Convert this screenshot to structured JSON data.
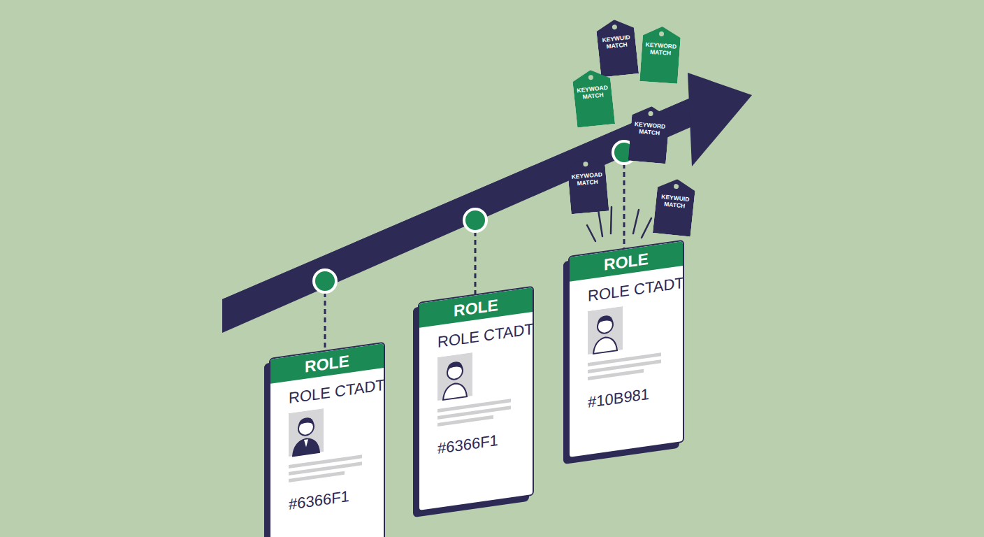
{
  "diagram": {
    "nodes": [
      {
        "text": [
          "ROLE",
          "ROLE CTADT",
          "#6366F1"
        ]
      },
      {
        "text": [
          "ROLE",
          "ROLE CTADT",
          "#6366F1"
        ]
      },
      {
        "text": [
          "ROLE",
          "ROLE CTADT",
          "#10B981"
        ]
      },
      {
        "text": [
          "KEYWUID MATCH"
        ]
      },
      {
        "text": [
          "KEYWORD MATCH"
        ]
      },
      {
        "text": [
          "KEYWOAD MATCH"
        ]
      },
      {
        "text": [
          "KEYWORD MATCH"
        ]
      },
      {
        "text": [
          "KEYWOAD MATCH"
        ]
      },
      {
        "text": [
          "KEYWUID MATCH"
        ]
      }
    ]
  }
}
